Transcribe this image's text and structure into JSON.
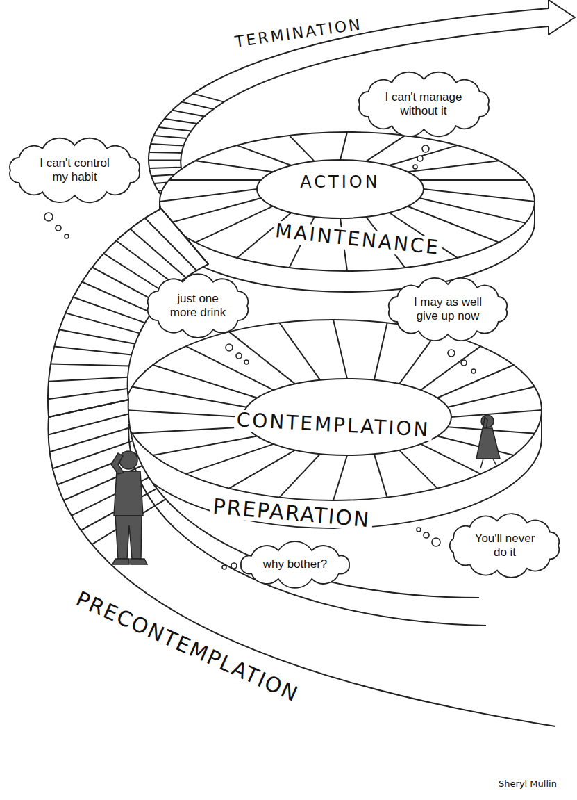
{
  "diagram": {
    "nodes": [
      {
        "text": [
          "I can't manage without it"
        ]
      },
      {
        "text": [
          "I can't control my habit"
        ]
      },
      {
        "text": [
          "just one more drink"
        ]
      },
      {
        "text": [
          "I may as well give up now"
        ]
      },
      {
        "text": [
          "You'll never do it"
        ]
      },
      {
        "text": [
          "why bother?"
        ]
      }
    ],
    "labels": [
      "TERMINATION",
      "ACTION",
      "MAINTENANCE",
      "CONTEMPLATION",
      "PREPARATION",
      "PRECONTEMPLATION",
      "Sheryl Mullin"
    ]
  }
}
